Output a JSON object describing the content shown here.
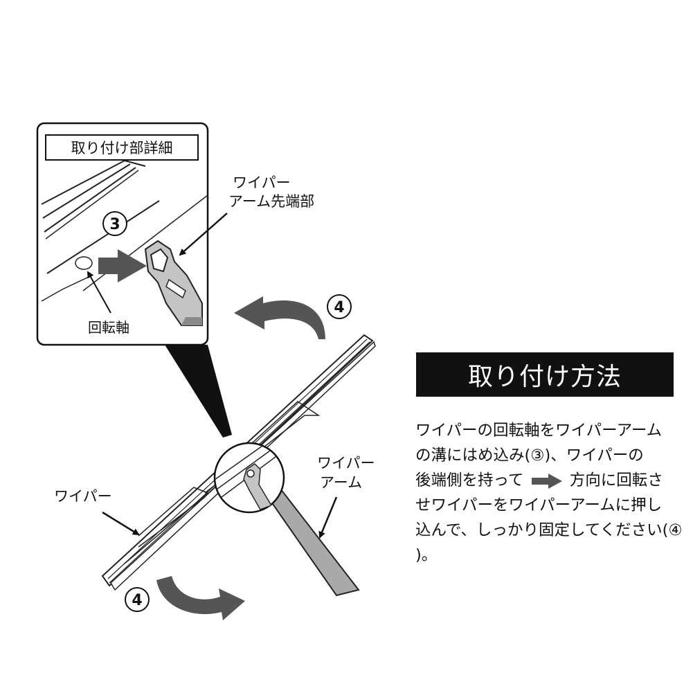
{
  "detail": {
    "title": "取り付け部詳細",
    "tip_label_line1": "ワイパー",
    "tip_label_line2": "アーム先端部",
    "pivot_label": "回転軸",
    "step_three": "3"
  },
  "main": {
    "rotate_step": "4",
    "wiper_label": "ワイパー",
    "arm_label_line1": "ワイパー",
    "arm_label_line2": "アーム"
  },
  "method": {
    "title": "取り付け方法",
    "line1": "ワイパーの回転軸をワイパーアーム",
    "line2": "の溝にはめ込み(③)、ワイパーの",
    "line3a": "後端側を持って",
    "line3b": "方向に回転さ",
    "line4": "せワイパーをワイパーアームに押し",
    "line5": "込んで、しっかり固定してください(④",
    "line6": ")。"
  },
  "colors": {
    "ink": "#111111",
    "arrow_gray": "#555555",
    "arm_gray": "#a9a9a9"
  }
}
